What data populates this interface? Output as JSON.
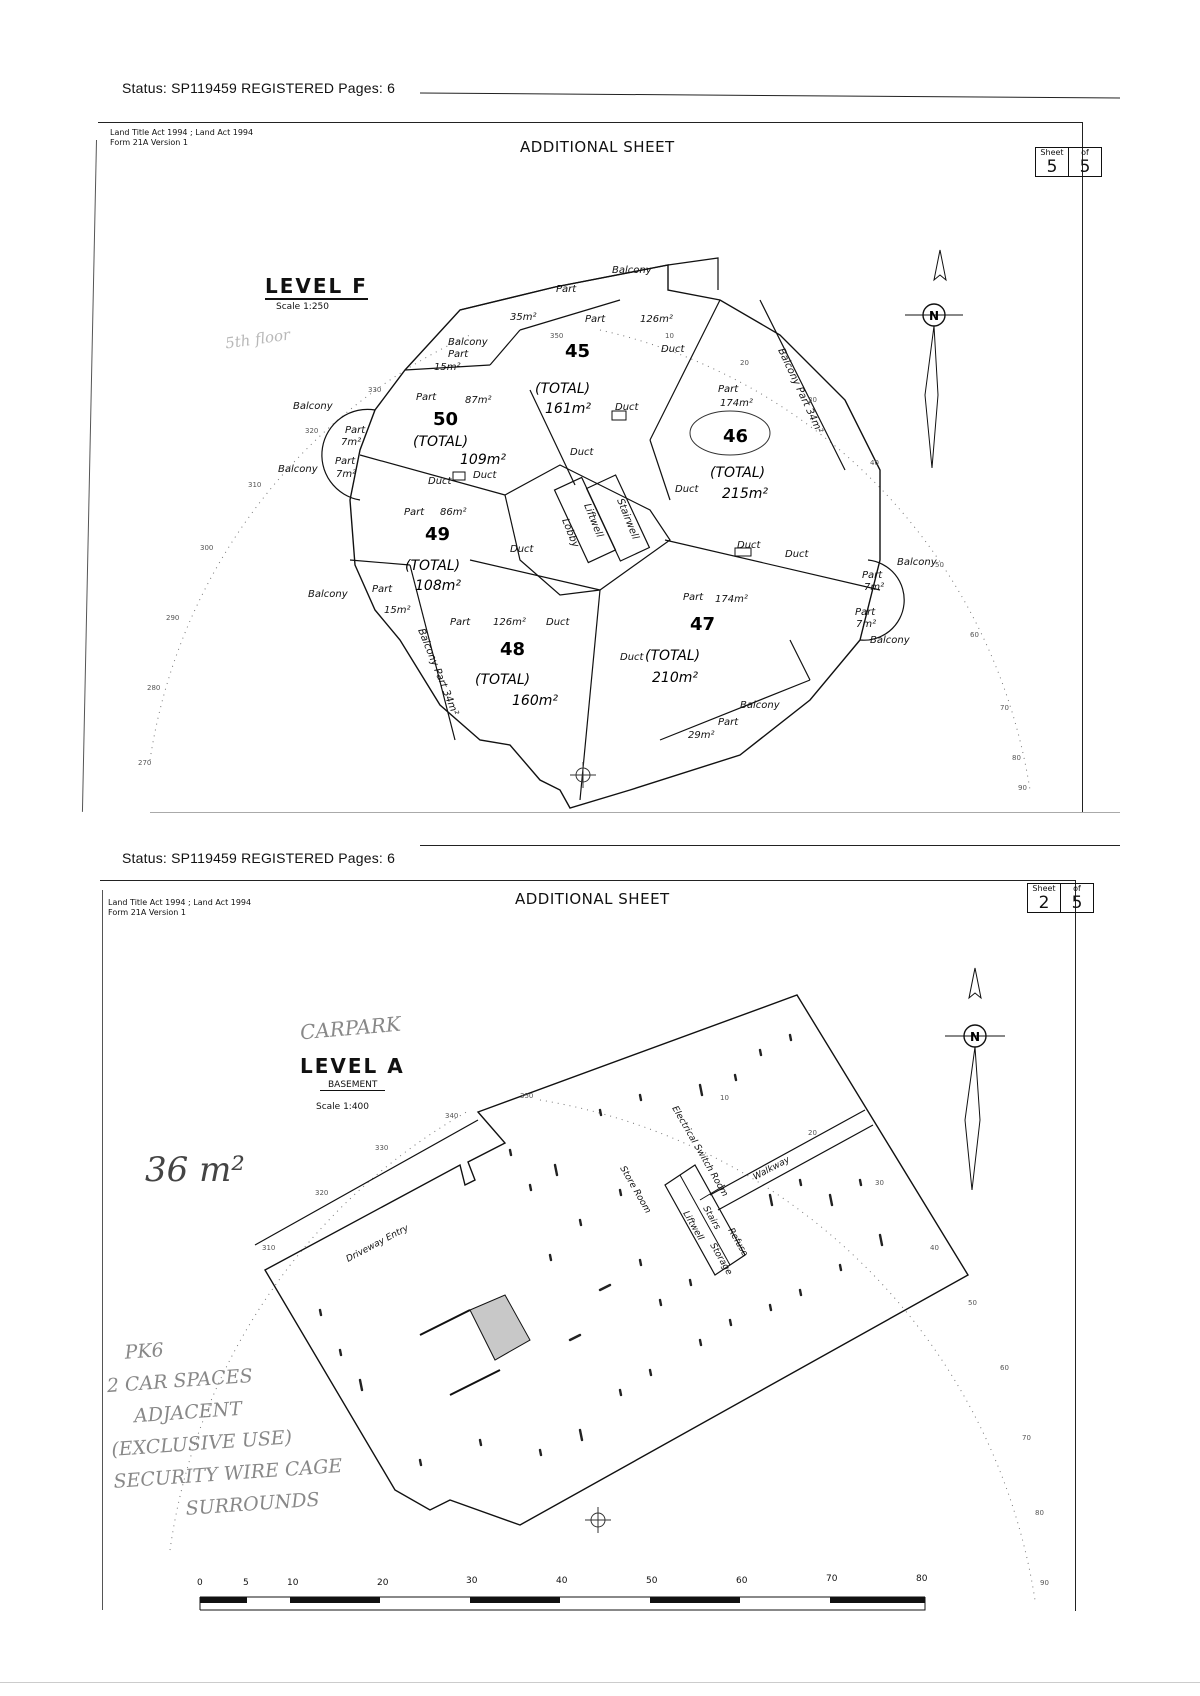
{
  "sheets": [
    {
      "status": "Status: SP119459 REGISTERED Pages: 6",
      "act_line": "Land Title Act 1994 ; Land Act 1994",
      "form_line": "Form 21A Version 1",
      "header": "ADDITIONAL SHEET",
      "sheet_label": "Sheet",
      "of_label": "of",
      "sheet_no": "5",
      "sheet_total": "5",
      "level_title": "LEVEL F",
      "scale": "Scale 1:250",
      "compass_letter": "N",
      "lots": [
        {
          "id": "45",
          "total": "(TOTAL)",
          "area": "161m²"
        },
        {
          "id": "46",
          "total": "(TOTAL)",
          "area": "215m²"
        },
        {
          "id": "47",
          "total": "(TOTAL)",
          "area": "210m²"
        },
        {
          "id": "48",
          "total": "(TOTAL)",
          "area": "160m²"
        },
        {
          "id": "49",
          "total": "(TOTAL)",
          "area": "108m²"
        },
        {
          "id": "50",
          "total": "(TOTAL)",
          "area": "109m²"
        }
      ],
      "labels": {
        "balcony": "Balcony",
        "part": "Part",
        "duct": "Duct",
        "liftwell": "Liftwell",
        "stairwell": "Stairwell",
        "lobby": "Lobby",
        "a_35": "35m²",
        "a_126": "126m²",
        "a_15": "15m²",
        "a_87": "87m²",
        "a_7": "7m²",
        "a_86": "86m²",
        "a_174": "174m²",
        "a_34": "34m²",
        "a_29": "29m²",
        "balcony_part_34": "Balcony Part 34m²"
      },
      "bearings": [
        "330",
        "320",
        "310",
        "300",
        "290",
        "280",
        "270",
        "350",
        "10",
        "20",
        "30",
        "40",
        "50",
        "60",
        "70",
        "80",
        "90"
      ]
    },
    {
      "status": "Status: SP119459 REGISTERED Pages: 6",
      "act_line": "Land Title Act 1994 ; Land Act 1994",
      "form_line": "Form 21A Version 1",
      "header": "ADDITIONAL SHEET",
      "sheet_label": "Sheet",
      "of_label": "of",
      "sheet_no": "2",
      "sheet_total": "5",
      "level_title": "LEVEL A",
      "subtitle": "BASEMENT",
      "scale": "Scale 1:400",
      "compass_letter": "N",
      "labels": {
        "driveway": "Driveway Entry",
        "walkway": "Walkway",
        "store_room": "Store Room",
        "electrical": "Electrical Switch Room",
        "stairs": "Stairs",
        "liftwell": "Liftwell",
        "storage": "Storage",
        "refuse": "Refuse"
      },
      "handwritten": {
        "carpark": "CARPARK",
        "area": "36 m²",
        "note_1": "PK6",
        "note_2": "2 CAR SPACES",
        "note_3": "ADJACENT",
        "note_4": "(EXCLUSIVE USE)",
        "note_5": "SECURITY WIRE CAGE",
        "note_6": "SURROUNDS"
      },
      "scale_bar": [
        "0",
        "5",
        "10",
        "20",
        "30",
        "40",
        "50",
        "60",
        "70",
        "80"
      ],
      "bearings": [
        "350",
        "340",
        "330",
        "320",
        "310",
        "10",
        "20",
        "30",
        "40",
        "50",
        "60",
        "70",
        "80",
        "90"
      ]
    }
  ]
}
